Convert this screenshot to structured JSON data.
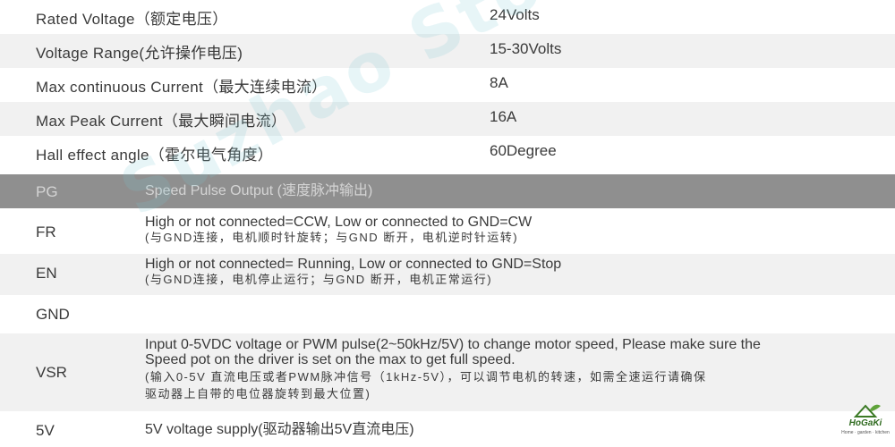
{
  "specs": [
    {
      "label": "Rated Voltage（额定电压）",
      "value": "24Volts"
    },
    {
      "label": "Voltage Range(允许操作电压)",
      "value": "15-30Volts"
    },
    {
      "label": "Max continuous Current（最大连续电流）",
      "value": "8A"
    },
    {
      "label": "Max Peak Current（最大瞬间电流）",
      "value": "16A"
    },
    {
      "label": "Hall effect angle（霍尔电气角度）",
      "value": "60Degree"
    }
  ],
  "pins": {
    "header": {
      "pin": "PG",
      "desc": "Speed Pulse Output (速度脉冲输出)"
    },
    "fr": {
      "pin": "FR",
      "en": "High or not connected=CCW, Low or connected to GND=CW",
      "zh": "(与GND连接，电机顺时针旋转；与GND 断开，电机逆时针运转)"
    },
    "en": {
      "pin": "EN",
      "en": "High or not connected= Running, Low or connected to GND=Stop",
      "zh": "(与GND连接，电机停止运行；与GND 断开，电机正常运行)"
    },
    "gnd": {
      "pin": "GND"
    },
    "vsr": {
      "pin": "VSR",
      "en1": "Input 0-5VDC voltage or PWM pulse(2~50kHz/5V) to change motor speed, Please make sure the",
      "en2": "Speed pot on the driver is set on the max to get full speed.",
      "zh1": "(输入0-5V 直流电压或者PWM脉冲信号（1kHz-5V），可以调节电机的转速，如需全速运行请确保",
      "zh2": "驱动器上自带的电位器旋转到最大位置)"
    },
    "v5": {
      "pin": "5V",
      "desc": "5V voltage supply(驱动器输出5V直流电压)"
    }
  },
  "watermark": "Suzhao Store",
  "logo": {
    "name": "HoGaKi",
    "tagline": "Home · garden · kitchen"
  }
}
